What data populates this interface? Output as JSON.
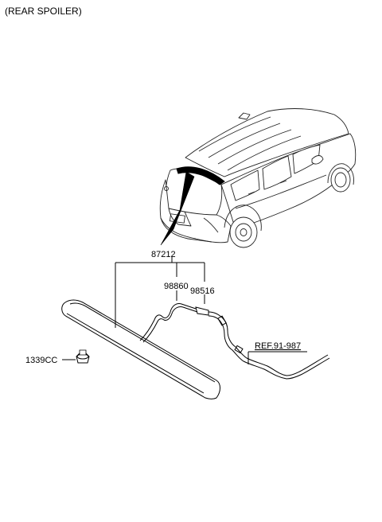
{
  "header": {
    "title": "(REAR SPOILER)"
  },
  "parts": {
    "spoiler": "87212",
    "cable": "98860",
    "nozzle": "98516",
    "nut": "1339CC",
    "reference": "REF.91-987"
  },
  "colors": {
    "line": "#000000",
    "background": "#ffffff"
  }
}
